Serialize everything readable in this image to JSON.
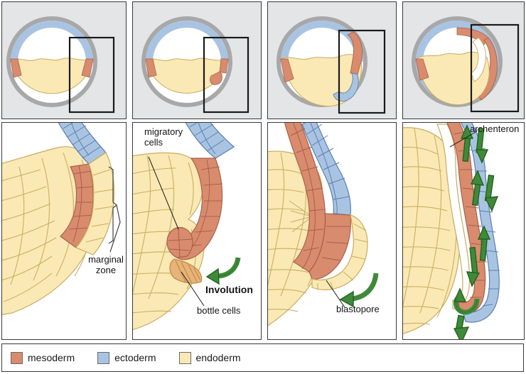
{
  "figure": {
    "title": "Gastrulation stages diagram",
    "panel_count": 4
  },
  "colors": {
    "mesoderm": "#d98b6e",
    "ectoderm": "#a9c4e2",
    "endoderm": "#fae9b4",
    "cell_outline": "#b99a4a",
    "ectoderm_outline": "#5a7fb0",
    "mesoderm_outline": "#a8604a",
    "arrow_green": "#3f8a3a",
    "arrow_green_dark": "#25621f",
    "panel_top_bg": "#e3e5e6",
    "panel_border": "#3a3a3a",
    "embryo_outer_ring": "#a8a8a8",
    "text": "#141414"
  },
  "legend": {
    "items": [
      {
        "label": "mesoderm",
        "color": "#d98b6e"
      },
      {
        "label": "ectoderm",
        "color": "#a9c4e2"
      },
      {
        "label": "endoderm",
        "color": "#fae9b4"
      }
    ]
  },
  "panels": [
    {
      "id": "panel-1",
      "stage_index": 1,
      "top_view": "whole embryo blastula with inset rectangle on right side",
      "labels": [
        {
          "name": "marginal-zone-label",
          "text": "marginal\nzone"
        }
      ],
      "arrows": []
    },
    {
      "id": "panel-2",
      "stage_index": 2,
      "top_view": "whole embryo early gastrula with inset rectangle on right side",
      "labels": [
        {
          "name": "migratory-cells-label",
          "text": "migratory\ncells"
        },
        {
          "name": "involution-label",
          "text": "Involution"
        },
        {
          "name": "bottle-cells-label",
          "text": "bottle cells"
        }
      ],
      "arrows": [
        {
          "name": "involution-arrow",
          "direction": "leftward-curved",
          "color": "#3f8a3a"
        }
      ]
    },
    {
      "id": "panel-3",
      "stage_index": 3,
      "top_view": "whole embryo mid gastrula with inset rectangle on right side",
      "labels": [
        {
          "name": "blastopore-label",
          "text": "blastopore"
        }
      ],
      "arrows": [
        {
          "name": "blastopore-arrow",
          "direction": "leftward-curved",
          "color": "#3f8a3a"
        }
      ]
    },
    {
      "id": "panel-4",
      "stage_index": 4,
      "top_view": "whole embryo late gastrula with inset rectangle on right side",
      "labels": [
        {
          "name": "archenteron-label",
          "text": "archenteron"
        }
      ],
      "arrows": [
        {
          "name": "convergence-arrow-1",
          "direction": "up",
          "color": "#3f8a3a"
        },
        {
          "name": "convergence-arrow-2",
          "direction": "down",
          "color": "#3f8a3a"
        },
        {
          "name": "convergence-arrow-3",
          "direction": "up",
          "color": "#3f8a3a"
        },
        {
          "name": "convergence-arrow-4",
          "direction": "down",
          "color": "#3f8a3a"
        },
        {
          "name": "convergence-arrow-5",
          "direction": "up",
          "color": "#3f8a3a"
        },
        {
          "name": "convergence-arrow-6",
          "direction": "down",
          "color": "#3f8a3a"
        },
        {
          "name": "blastopore-closing-arrow",
          "direction": "hook-left",
          "color": "#3f8a3a"
        },
        {
          "name": "yolk-plug-arrow",
          "direction": "down",
          "color": "#3f8a3a"
        }
      ]
    }
  ]
}
